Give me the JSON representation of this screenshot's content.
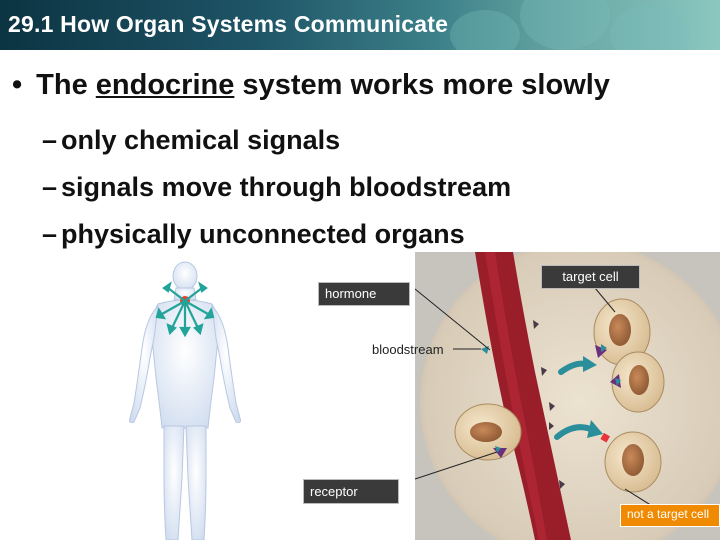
{
  "header": {
    "title": "29.1 How Organ Systems Communicate"
  },
  "main_bullet": {
    "marker": "•",
    "before": "The ",
    "underlined": "endocrine",
    "after": " system works more slowly"
  },
  "sub_bullets": [
    {
      "marker": "–",
      "text": "only chemical signals"
    },
    {
      "marker": "–",
      "text": "signals move through bloodstream"
    },
    {
      "marker": "–",
      "text": "physically unconnected organs"
    }
  ],
  "diagram": {
    "labels": {
      "hormone": "hormone",
      "bloodstream": "bloodstream",
      "target_cell": "target cell",
      "receptor": "receptor",
      "not_target_cell": "not a target cell"
    }
  },
  "colors": {
    "title_bar_dark": "#0c3442",
    "title_bar_light": "#8cc7c0",
    "label_box": "#3a3a3a",
    "highlight_label": "#f08a00",
    "blood_vessel": "#9a1d2a",
    "body_figure": "#dfe9f5"
  }
}
